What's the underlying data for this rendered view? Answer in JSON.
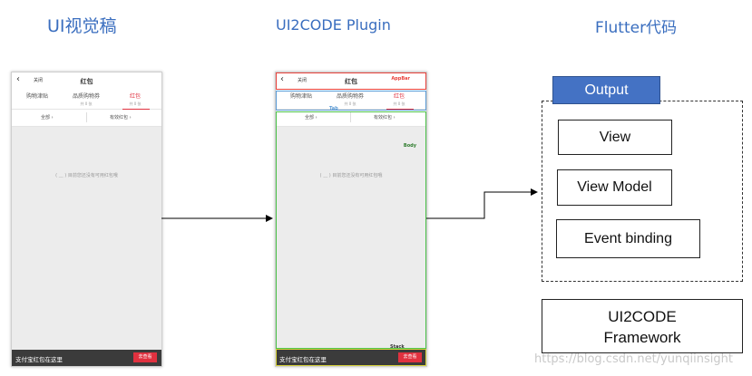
{
  "titles": {
    "left": "UI视觉稿",
    "middle": "UI2CODE Plugin",
    "right": "Flutter代码"
  },
  "phone": {
    "back_label": "关闭",
    "title": "红包",
    "tabs": [
      {
        "label": "购物津贴",
        "sub": ""
      },
      {
        "label": "品质购物券",
        "sub": "共 0 张"
      },
      {
        "label": "红包",
        "sub": "共 0 张"
      }
    ],
    "filters": [
      "全部",
      "有效红包"
    ],
    "empty_text": "( ﹏ ) 目前您还没有可用红包哦",
    "footer_text": "支付宝红包在这里",
    "footer_button": "去查看"
  },
  "annotations": {
    "appbar": "AppBar",
    "tab": "Tab",
    "body": "Body",
    "stack": "Stack"
  },
  "flutter": {
    "output_label": "Output",
    "boxes": [
      "View",
      "View Model",
      "Event binding"
    ],
    "framework_line1": "UI2CODE",
    "framework_line2": "Framework"
  },
  "watermark": "https://blog.csdn.net/yunqiinsight",
  "colors": {
    "title_blue": "#3A6EBF",
    "output_fill": "#4472C4",
    "accent_red": "#E0313F",
    "ann_red": "#E8413B",
    "ann_blue": "#5B9BD5",
    "ann_green": "#4CC24A",
    "ann_yellow": "#D6D23A"
  }
}
